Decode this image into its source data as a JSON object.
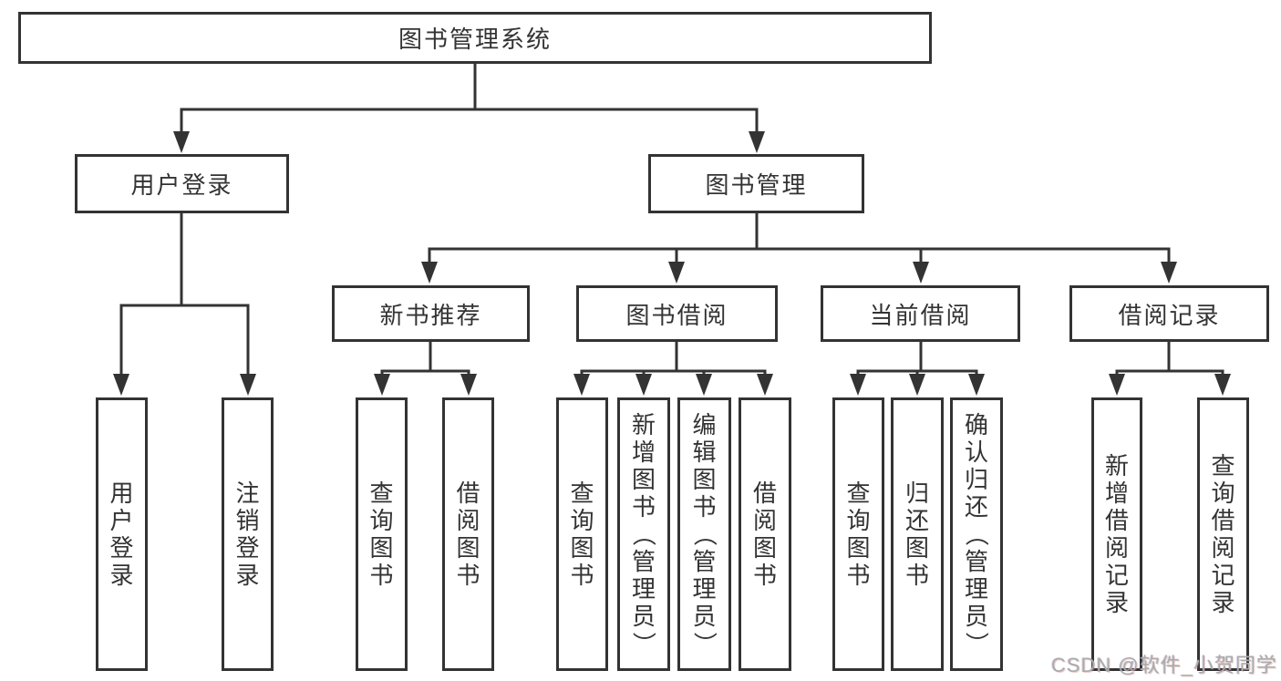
{
  "colors": {
    "line": "#333333",
    "text": "#333333",
    "box-bg": "#ffffff",
    "page-bg": "#ffffff",
    "watermark": "#ababab"
  },
  "diagram": {
    "title": "图书管理系统",
    "level2": [
      {
        "label": "用户登录"
      },
      {
        "label": "图书管理"
      }
    ],
    "level3": [
      {
        "label": "新书推荐",
        "parent": "图书管理"
      },
      {
        "label": "图书借阅",
        "parent": "图书管理"
      },
      {
        "label": "当前借阅",
        "parent": "图书管理"
      },
      {
        "label": "借阅记录",
        "parent": "图书管理"
      }
    ],
    "leaves": [
      {
        "label": "用户登录",
        "parent": "用户登录"
      },
      {
        "label": "注销登录",
        "parent": "用户登录"
      },
      {
        "label": "查询图书",
        "parent": "新书推荐"
      },
      {
        "label": "借阅图书",
        "parent": "新书推荐"
      },
      {
        "label": "查询图书",
        "parent": "图书借阅"
      },
      {
        "label": "新增图书（管理员）",
        "parent": "图书借阅"
      },
      {
        "label": "编辑图书（管理员）",
        "parent": "图书借阅"
      },
      {
        "label": "借阅图书",
        "parent": "图书借阅"
      },
      {
        "label": "查询图书",
        "parent": "当前借阅"
      },
      {
        "label": "归还图书",
        "parent": "当前借阅"
      },
      {
        "label": "确认归还（管理员）",
        "parent": "当前借阅"
      },
      {
        "label": "新增借阅记录",
        "parent": "借阅记录"
      },
      {
        "label": "查询借阅记录",
        "parent": "借阅记录"
      }
    ]
  },
  "watermark": {
    "text": "CSDN @软件_小贺同学"
  }
}
